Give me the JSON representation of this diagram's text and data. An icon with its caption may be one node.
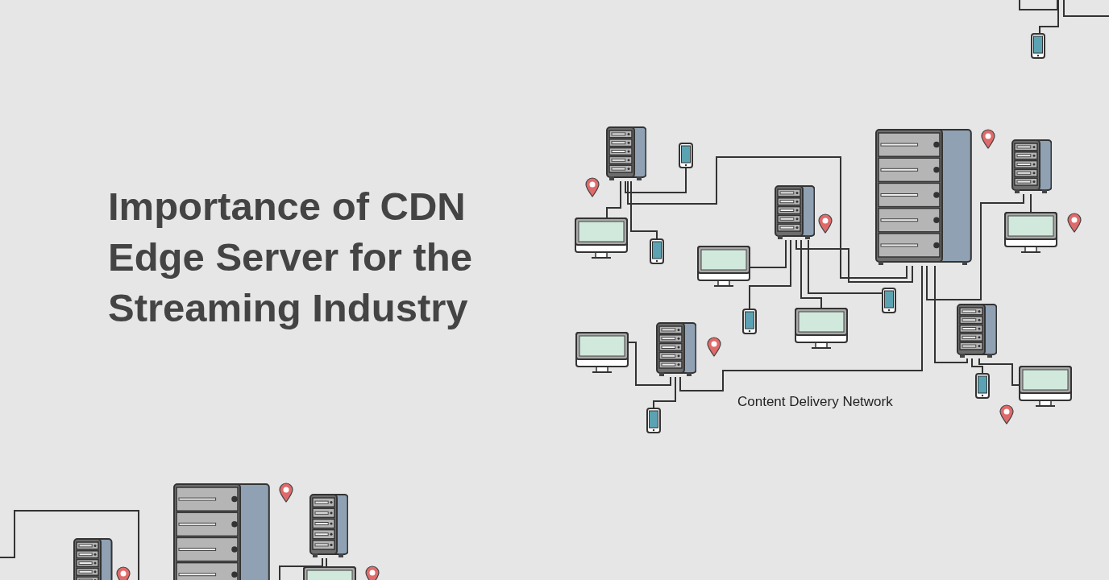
{
  "diagram": {
    "title": "Importance of CDN Edge Server for the Streaming Industry",
    "nodes": [
      {
        "text": [],
        "shape": "server"
      },
      {
        "text": [],
        "shape": "phone"
      },
      {
        "text": [],
        "shape": "monitor"
      },
      {
        "text": [],
        "shape": "phone"
      },
      {
        "text": [],
        "shape": "server"
      },
      {
        "text": [],
        "shape": "server"
      },
      {
        "text": [],
        "shape": "monitor"
      },
      {
        "text": [],
        "shape": "phone"
      },
      {
        "text": [],
        "shape": "monitor"
      },
      {
        "text": [],
        "shape": "phone"
      },
      {
        "text": [],
        "shape": "server"
      },
      {
        "text": [],
        "shape": "monitor"
      },
      {
        "text": [],
        "shape": "phone"
      },
      {
        "text": [],
        "shape": "server"
      },
      {
        "text": [],
        "shape": "monitor"
      },
      {
        "text": [],
        "shape": "server"
      },
      {
        "text": [],
        "shape": "phone"
      },
      {
        "text": [],
        "shape": "monitor"
      },
      {
        "text": [],
        "shape": "server"
      },
      {
        "text": [],
        "shape": "monitor"
      },
      {
        "text": [],
        "shape": "phone"
      }
    ],
    "edges": [
      {
        "from": 0,
        "to": 1,
        "arrow": "none"
      },
      {
        "from": 0,
        "to": 2,
        "arrow": "none"
      },
      {
        "from": 0,
        "to": 3,
        "arrow": "none"
      },
      {
        "from": 0,
        "to": 4,
        "arrow": "none"
      },
      {
        "from": 5,
        "to": 6,
        "arrow": "none"
      },
      {
        "from": 5,
        "to": 4,
        "arrow": "none"
      },
      {
        "from": 5,
        "to": 7,
        "arrow": "none"
      },
      {
        "from": 5,
        "to": 8,
        "arrow": "none"
      },
      {
        "from": 5,
        "to": 9,
        "arrow": "none"
      },
      {
        "from": 10,
        "to": 11,
        "arrow": "none"
      },
      {
        "from": 10,
        "to": 12,
        "arrow": "none"
      },
      {
        "from": 10,
        "to": 4,
        "arrow": "none"
      },
      {
        "from": 13,
        "to": 14,
        "arrow": "none"
      },
      {
        "from": 13,
        "to": 4,
        "arrow": "none"
      },
      {
        "from": 15,
        "to": 16,
        "arrow": "none"
      },
      {
        "from": 15,
        "to": 17,
        "arrow": "none"
      },
      {
        "from": 15,
        "to": 4,
        "arrow": "none"
      },
      {
        "from": 18,
        "to": 19,
        "arrow": "none"
      },
      {
        "from": 18,
        "to": null,
        "arrow": "none"
      },
      {
        "from": null,
        "to": 20,
        "arrow": "none"
      }
    ],
    "labels": [
      "Content Delivery Network"
    ]
  }
}
